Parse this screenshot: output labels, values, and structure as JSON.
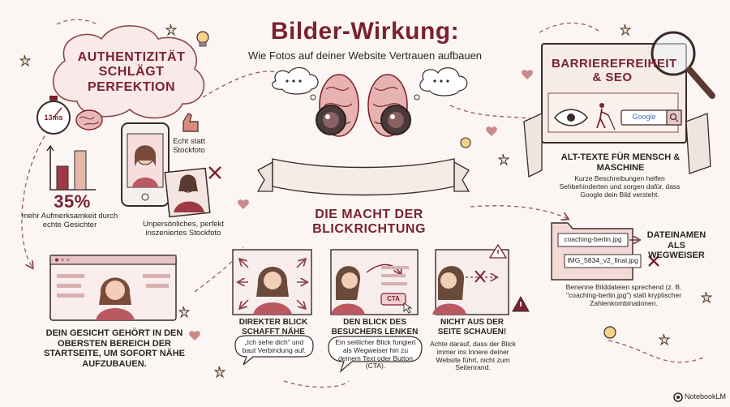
{
  "header": {
    "title": "Bilder-Wirkung:",
    "subtitle": "Wie Fotos auf deiner Website Vertrauen aufbauen"
  },
  "authentic": {
    "heading": "AUTHENTIZITÄT SCHLÄGT PERFEKTION",
    "timer": "13ms",
    "stat": "35%",
    "stat_caption": "mehr Aufmerksamkeit durch echte Gesichter",
    "real_label": "Echt statt Stockfoto",
    "stock_caption": "Unpersönliches, perfekt inszeniertes Stockfoto"
  },
  "face_top": {
    "text": "DEIN GESICHT GEHÖRT IN DEN OBERSTEN BEREICH DER STARTSEITE, UM SOFORT NÄHE AUFZUBAUEN."
  },
  "gaze": {
    "heading": "DIE MACHT DER BLICKRICHTUNG",
    "panels": [
      {
        "title": "DIREKTER BLICK SCHAFFT NÄHE",
        "caption": "„Ich sehe dich“ und baut Verbindung auf."
      },
      {
        "title": "DEN BLICK DES BESUCHERS LENKEN",
        "caption": "Ein seitlicher Blick fungiert als Wegweiser hin zu deinem Text oder Button (CTA).",
        "cta": "CTA"
      },
      {
        "title": "NICHT AUS DER SEITE SCHAUEN!",
        "caption": "Achte darauf, dass der Blick immer ins Innere deiner Website führt, nicht zum Seitenrand."
      }
    ]
  },
  "seo": {
    "heading": "BARRIEREFREIHEIT & SEO",
    "search_brand": "Google",
    "alt_title": "ALT-TEXTE FÜR MENSCH & MASCHINE",
    "alt_caption": "Kurze Beschreibungen helfen Sehbehinderten und sorgen dafür, dass Google dein Bild versteht.",
    "file_good": "coaching-berlin.jpg",
    "file_bad": "IMG_5834_v2_final.jpg",
    "file_title": "DATEINAMEN ALS WEGWEISER",
    "file_caption": "Benenne Bilddateien sprechend (z. B. \"coaching-berlin.jpg\") statt kryptischer Zahlenkombinationen."
  },
  "brand": {
    "name": "NotebookLM"
  },
  "colors": {
    "accent": "#7a2230",
    "rose": "#c98a8a",
    "pale": "#f3dede",
    "ink": "#3a2a2a"
  }
}
